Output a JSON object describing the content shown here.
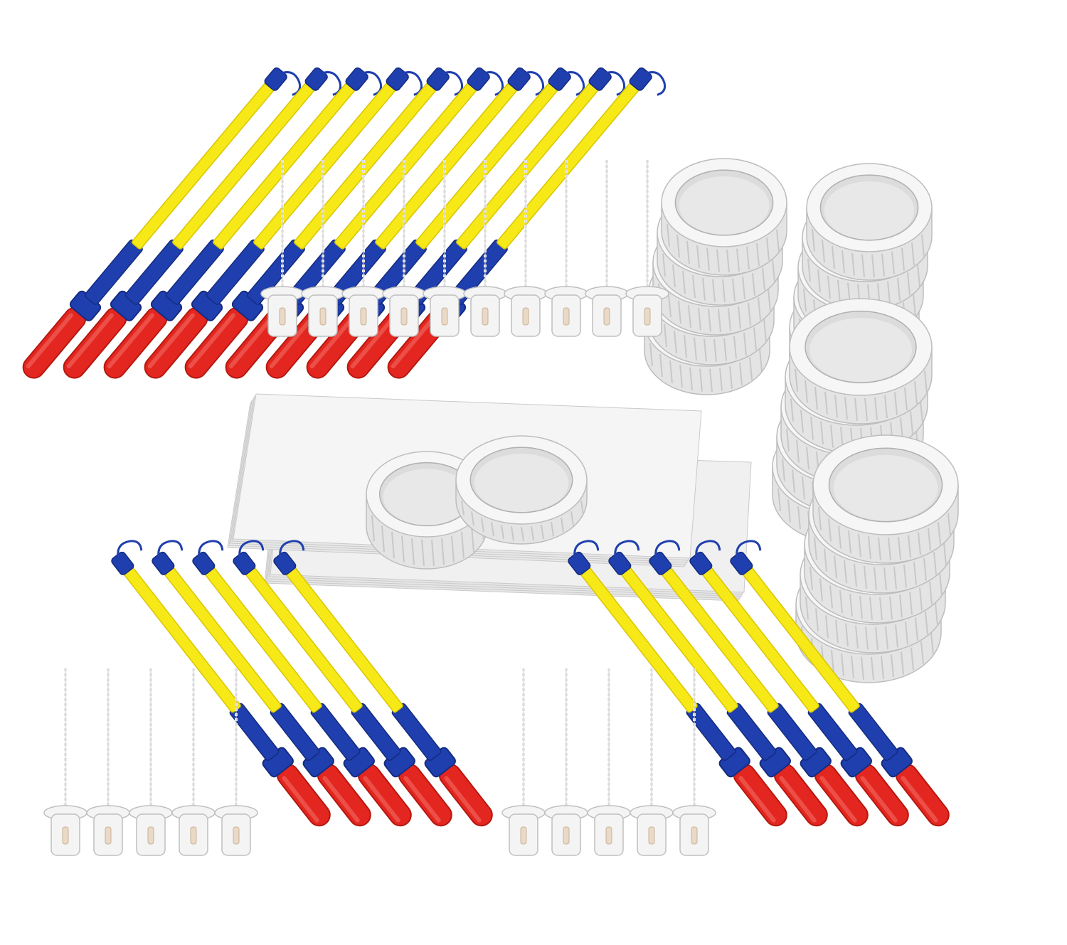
{
  "colors": {
    "background": "#ffffff",
    "handle_red": "#e3261f",
    "handle_red_dark": "#b5170f",
    "blue": "#1f3fae",
    "blue_dark": "#142b80",
    "yellow": "#f7e817",
    "yellow_dark": "#d8c600",
    "ring_white": "#f6f6f6",
    "ring_edge": "#bdbdbd",
    "ring_inner": "#dcdcdc",
    "paper": "#f0f0f0",
    "paper_edge": "#c9c9c9",
    "cup": "#f4f4f4",
    "cup_edge": "#bfbfbf",
    "cord": "#e8e8e8"
  },
  "icons": {
    "lantern_stick": "lantern-stick-icon",
    "led_light": "led-light-icon",
    "cardboard_ring": "cardboard-ring-icon",
    "paper_sheet": "paper-sheet-icon"
  },
  "groups": {
    "top_sticks": {
      "count": 10
    },
    "bottom_left_sticks": {
      "count": 5
    },
    "bottom_right_sticks": {
      "count": 5
    },
    "ring_stacks": {
      "count": 4,
      "rings_per_stack": 5
    },
    "paper_stack": {
      "loose_rings": 2
    }
  }
}
